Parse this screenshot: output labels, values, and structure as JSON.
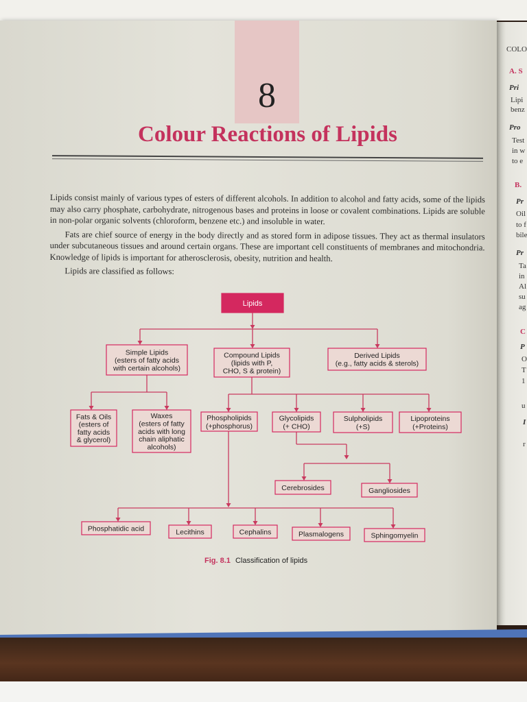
{
  "chapter": {
    "number": "8",
    "title": "Colour Reactions of Lipids"
  },
  "paragraphs": [
    "Lipids consist mainly of various types of esters of different alcohols. In addition to alcohol and fatty acids, some of the lipids may also carry phosphate, carbohydrate, nitrogenous bases and proteins in loose or covalent combinations. Lipids are soluble in non-polar organic solvents (chloroform, benzene etc.) and insoluble in water.",
    "Fats are chief source of energy in the body directly and as stored form in adipose tissues. They act as thermal insulators under subcutaneous tissues and around certain organs. These are important cell constituents of membranes and mitochondria. Knowledge of lipids is important for atherosclerosis, obesity, nutrition and health.",
    "Lipids are classified as follows:"
  ],
  "diagram": {
    "root": "Lipids",
    "level1": [
      [
        "Simple Lipids",
        "(esters of fatty acids",
        "with certain alcohols)"
      ],
      [
        "Compound Lipids",
        "(lipids with P,",
        "CHO, S & protein)"
      ],
      [
        "Derived Lipids",
        "(e.g., fatty acids & sterols)"
      ]
    ],
    "simple": [
      [
        "Fats & Oils",
        "(esters of",
        "fatty acids",
        "& glycerol)"
      ],
      [
        "Waxes",
        "(esters of fatty",
        "acids with long",
        "chain aliphatic",
        "alcohols)"
      ]
    ],
    "compound": [
      [
        "Phospholipids",
        "(+phosphorus)"
      ],
      [
        "Glycolipids",
        "(+ CHO)"
      ],
      [
        "Sulpholipids",
        "(+S)"
      ],
      [
        "Lipoproteins",
        "(+Proteins)"
      ]
    ],
    "glyco": [
      "Cerebrosides",
      "Gangliosides"
    ],
    "phospho": [
      "Phosphatidic acid",
      "Lecithins",
      "Cephalins",
      "Plasmalogens",
      "Sphingomyelin"
    ],
    "colors": {
      "accent": "#d4285f",
      "line": "#c93a5f",
      "box_fill": "#ecd9d4"
    }
  },
  "caption": {
    "fig": "Fig. 8.1",
    "text": "Classification of lipids"
  },
  "right_page": [
    "COLO",
    "A. S",
    "Pri",
    "Lipi",
    "benz",
    "Pro",
    "Test",
    "in w",
    "to e",
    "B.",
    "Pr",
    "Oil",
    "to f",
    "bile",
    "Pr",
    "Ta",
    "in",
    "Al",
    "su",
    "ag",
    "C",
    "P",
    "O",
    "T",
    "1",
    "u",
    "I",
    "r"
  ]
}
